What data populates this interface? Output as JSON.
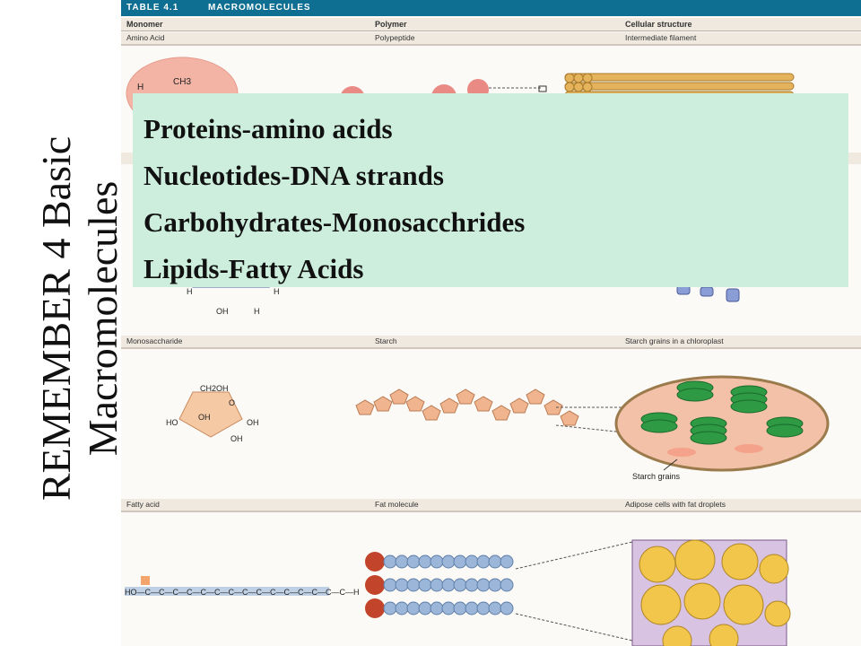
{
  "table": {
    "number": "TABLE 4.1",
    "title": "MACROMOLECULES",
    "columns": [
      "Monomer",
      "Polymer",
      "Cellular structure"
    ],
    "rows": [
      {
        "monomer": "Amino Acid",
        "polymer": "Polypeptide",
        "structure": "Intermediate filament"
      },
      {
        "monomer": "Monosaccharide",
        "polymer": "Starch",
        "structure": "Starch grains in a chloroplast"
      },
      {
        "monomer": "Fatty acid",
        "polymer": "Fat molecule",
        "structure": "Adipose cells with fat droplets"
      }
    ],
    "starch_grains_label": "Starch grains"
  },
  "callout": {
    "lines": [
      "Proteins-amino acids",
      "Nucleotides-DNA strands",
      "Carbohydrates-Monosacchrides",
      "Lipids-Fatty Acids"
    ]
  },
  "title_vertical": {
    "line1": "REMEMBER 4 Basic",
    "line2": "Macromolecules"
  },
  "chem": {
    "ch3": "CH3",
    "h": "H",
    "oh": "OH",
    "ch2oh": "CH2OH",
    "o": "O",
    "ho": "HO",
    "fatty_chain": "HO—C—C—C—C—C—C—C—C—C—C—C—C—C—C—C—H"
  },
  "colors": {
    "header_blue": "#0f6f93",
    "callout_green": "#cdeedd",
    "starch_tan": "#f0b48e",
    "chloroplast_green": "#2f9a44",
    "fat_yellow": "#f2c64a",
    "fat_red": "#c1442b",
    "fat_blue": "#9bb6d8"
  }
}
